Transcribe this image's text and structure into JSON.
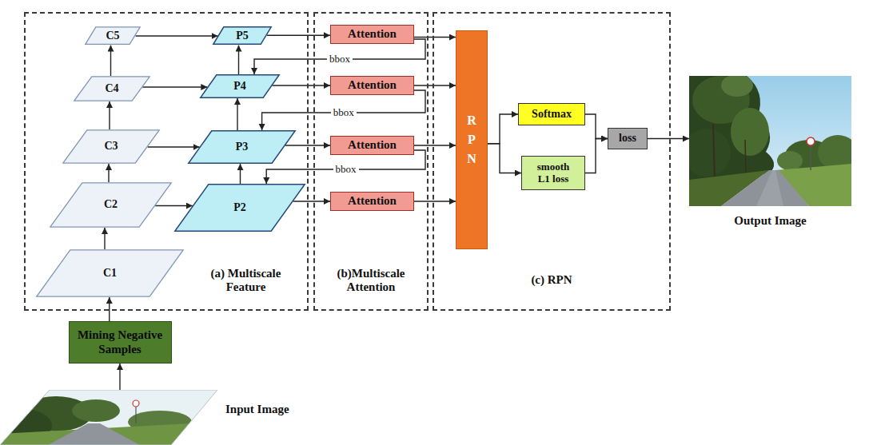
{
  "diagram": {
    "nodes": [
      {
        "text": [
          "(a) Multiscale Feature"
        ]
      },
      {
        "text": [
          "C5"
        ],
        "in": 0
      },
      {
        "text": [
          "P5"
        ],
        "in": 0
      },
      {
        "text": [
          "C4"
        ],
        "in": 0
      },
      {
        "text": [
          "P4"
        ],
        "in": 0
      },
      {
        "text": [
          "C3"
        ],
        "in": 0
      },
      {
        "text": [
          "P3"
        ],
        "in": 0
      },
      {
        "text": [
          "C2"
        ],
        "in": 0
      },
      {
        "text": [
          "P2"
        ],
        "in": 0
      },
      {
        "text": [
          "C1"
        ],
        "in": 0
      },
      {
        "text": [
          "(b)Multiscale Attention"
        ]
      },
      {
        "text": [
          "Attention"
        ],
        "in": 10
      },
      {
        "text": [
          "Attention"
        ],
        "in": 10
      },
      {
        "text": [
          "Attention"
        ],
        "in": 10
      },
      {
        "text": [
          "Attention"
        ],
        "in": 10
      },
      {
        "text": [
          "(c) RPN"
        ]
      },
      {
        "text": [
          "RPN"
        ],
        "in": 15
      },
      {
        "text": [
          "Softmax"
        ],
        "in": 15
      },
      {
        "text": [
          "smooth L1 loss"
        ],
        "in": 15
      },
      {
        "text": [
          "loss"
        ],
        "in": 15
      },
      {
        "text": [
          "Output Image"
        ]
      },
      {
        "text": [
          "Mining Negative Samples"
        ]
      },
      {
        "text": [
          "Input Image"
        ]
      }
    ],
    "edges": [
      {
        "from": 22,
        "to": 21,
        "arrow": "to"
      },
      {
        "from": 21,
        "to": 9,
        "arrow": "to"
      },
      {
        "from": 9,
        "to": 7,
        "arrow": "to"
      },
      {
        "from": 7,
        "to": 5,
        "arrow": "to"
      },
      {
        "from": 5,
        "to": 3,
        "arrow": "to"
      },
      {
        "from": 3,
        "to": 1,
        "arrow": "to"
      },
      {
        "from": 1,
        "to": 2,
        "arrow": "to"
      },
      {
        "from": 3,
        "to": 4,
        "arrow": "to"
      },
      {
        "from": 5,
        "to": 6,
        "arrow": "to"
      },
      {
        "from": 7,
        "to": 8,
        "arrow": "to"
      },
      {
        "from": 8,
        "to": 6,
        "arrow": "to"
      },
      {
        "from": 6,
        "to": 4,
        "arrow": "to"
      },
      {
        "from": 4,
        "to": 2,
        "arrow": "to"
      },
      {
        "from": 2,
        "to": 11,
        "arrow": "to"
      },
      {
        "from": 4,
        "to": 12,
        "arrow": "to"
      },
      {
        "from": 6,
        "to": 13,
        "arrow": "to"
      },
      {
        "from": 8,
        "to": 14,
        "arrow": "to"
      },
      {
        "from": 11,
        "to": 16,
        "arrow": "to"
      },
      {
        "from": 12,
        "to": 16,
        "arrow": "to"
      },
      {
        "from": 13,
        "to": 16,
        "arrow": "to"
      },
      {
        "from": 14,
        "to": 16,
        "arrow": "to"
      },
      {
        "from": 11,
        "to": 4,
        "label": "bbox",
        "arrow": "to"
      },
      {
        "from": 12,
        "to": 6,
        "label": "bbox",
        "arrow": "to"
      },
      {
        "from": 13,
        "to": 8,
        "label": "bbox",
        "arrow": "to"
      },
      {
        "from": 16,
        "to": 17,
        "arrow": "to"
      },
      {
        "from": 16,
        "to": 18,
        "arrow": "to"
      },
      {
        "from": 17,
        "to": 19,
        "arrow": "to"
      },
      {
        "from": 18,
        "to": 19,
        "arrow": "to"
      },
      {
        "from": 19,
        "to": 20,
        "arrow": "to"
      }
    ]
  }
}
